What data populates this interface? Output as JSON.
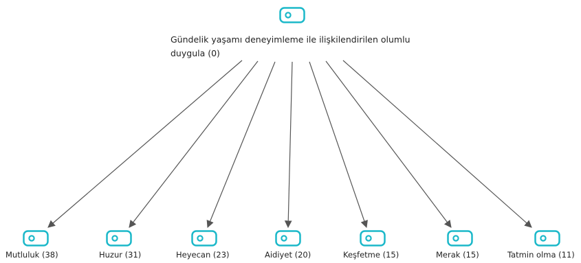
{
  "diagram": {
    "root": {
      "label": "Gündelik yaşamı deneyimleme ile ilişkilendirilen olumlu duygula (0)",
      "icon": "code-tag-icon"
    },
    "children": [
      {
        "label": "Mutluluk (38)",
        "icon": "code-tag-icon"
      },
      {
        "label": "Huzur (31)",
        "icon": "code-tag-icon"
      },
      {
        "label": "Heyecan (23)",
        "icon": "code-tag-icon"
      },
      {
        "label": "Aidiyet (20)",
        "icon": "code-tag-icon"
      },
      {
        "label": "Keşfetme (15)",
        "icon": "code-tag-icon"
      },
      {
        "label": "Merak (15)",
        "icon": "code-tag-icon"
      },
      {
        "label": "Tatmin olma (11)",
        "icon": "code-tag-icon"
      }
    ],
    "colors": {
      "icon": "#1bb8c9",
      "edge": "#555555",
      "text": "#222222"
    }
  }
}
